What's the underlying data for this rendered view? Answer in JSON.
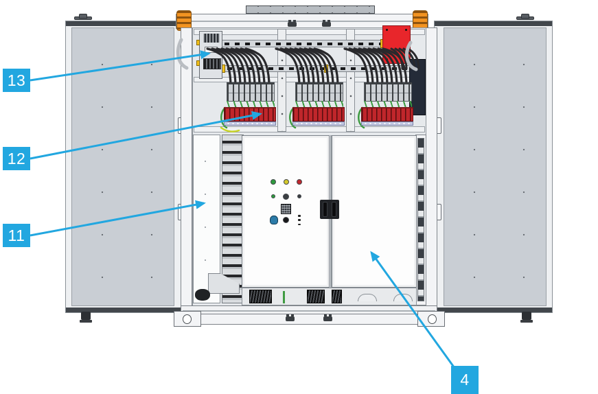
{
  "figure": {
    "type": "technical-illustration",
    "description": "Front view of an industrial electrical control cabinet with both outer swing doors open, showing wiring, terminal rows and white inner doors",
    "background": "#ffffff"
  },
  "palette": {
    "callout_blue": "#22a7e0",
    "callout_text": "#ffffff",
    "door_gray": "#c9ced4",
    "alarm_red_box": "#e8262b",
    "terminal_red": "#c0262b",
    "beacon_orange": "#f29321",
    "cable_black": "#29292c",
    "ground_green": "#3f9b42",
    "dark_component": "#242b38"
  },
  "callouts": {
    "color": "#22a7e0",
    "items": [
      {
        "label": "13",
        "target": "top-left-control-device"
      },
      {
        "label": "12",
        "target": "fused-terminal-block-row"
      },
      {
        "label": "11",
        "target": "interior-left-mounting-panel"
      },
      {
        "label": "4",
        "target": "inner-door-right"
      }
    ]
  },
  "indicator_panel": {
    "lamps_row1": [
      "green",
      "yellow",
      "red"
    ],
    "lamps_row2": [
      "green-small",
      "dark-button",
      "dark-small"
    ],
    "display": "small-counter-display",
    "row4": [
      "blue-mushroom-button",
      "black-button",
      "three-dot-label"
    ]
  }
}
